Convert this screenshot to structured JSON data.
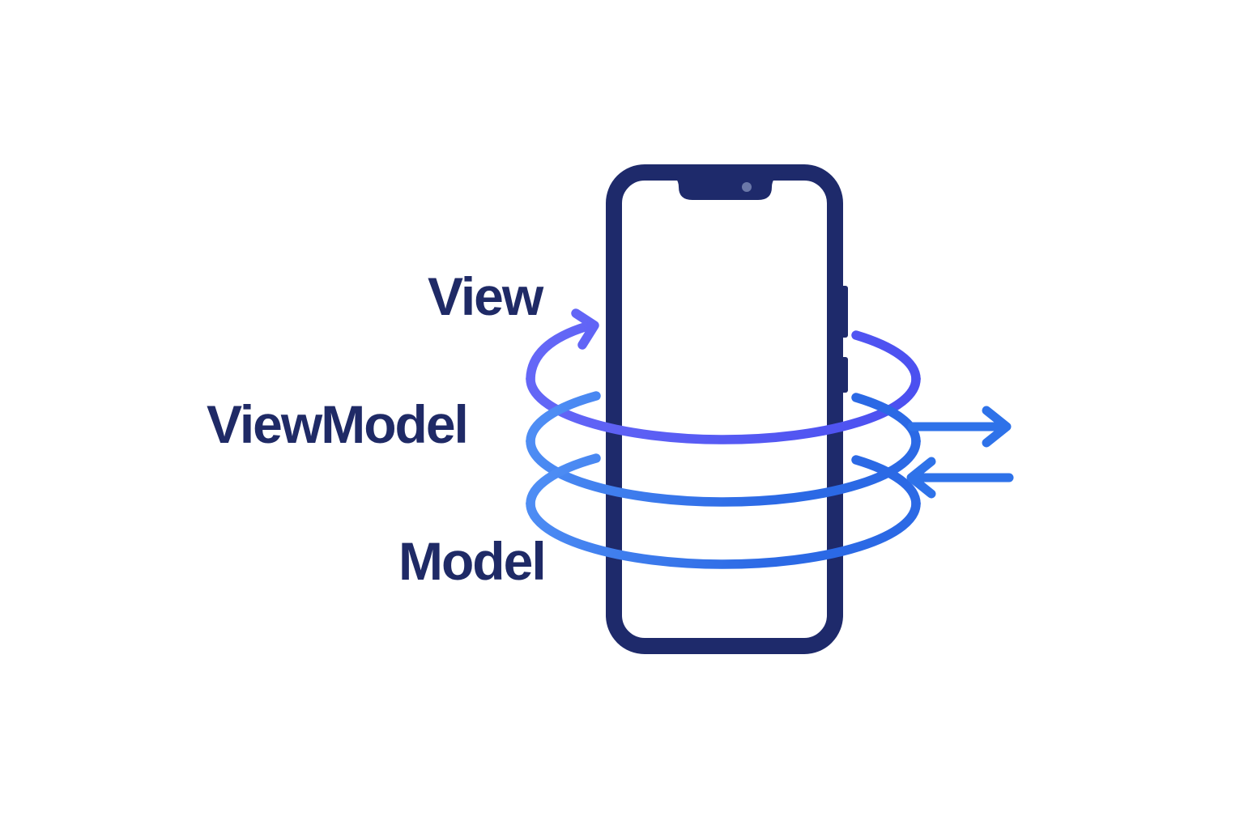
{
  "diagram": {
    "labels": {
      "view": "View",
      "viewmodel": "ViewModel",
      "model": "Model"
    },
    "icons": {
      "phone": "smartphone-outline-icon",
      "view_ring": "view-orbit-ring-with-arrow",
      "viewmodel_ring": "viewmodel-orbit-ring",
      "model_ring": "model-orbit-ring",
      "data_out": "arrow-right-icon",
      "data_in": "arrow-left-icon"
    },
    "colors": {
      "background": "#FFFFFF",
      "phone_navy": "#1E2A6B",
      "label_navy": "#1F2A66",
      "view_ring_purple": "#5560F3",
      "ring_light_blue": "#4E8DF4",
      "ring_deep_blue": "#2B69E5",
      "arrow_blue": "#2E72E9",
      "camera_dot": "#6B78A8"
    }
  }
}
